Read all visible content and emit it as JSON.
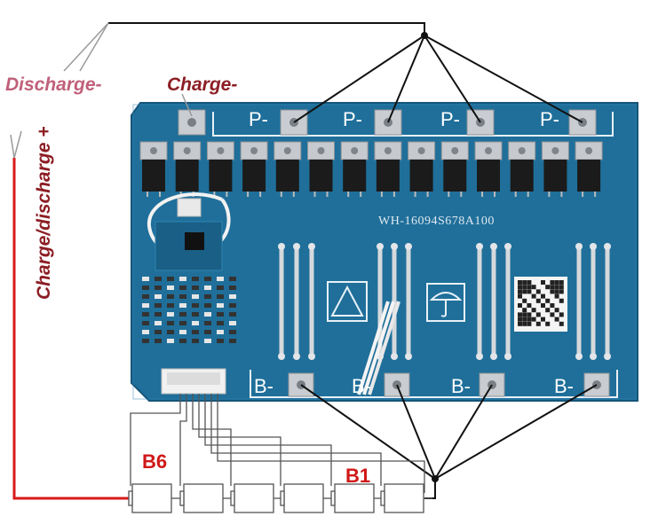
{
  "labels": {
    "discharge_neg": "Discharge-",
    "charge_neg": "Charge-",
    "charge_discharge_pos": "Charge/discharge +",
    "b6": "B6",
    "b1": "B1",
    "p_terminal": "P-",
    "b_terminal": "B-",
    "board_model": "WH-16094S678A100"
  },
  "colors": {
    "board": "#1f6f9a",
    "wire_black": "#111111",
    "wire_red": "#d81a1a",
    "label_pink": "#c0607a",
    "label_dark": "#8c1e24"
  }
}
